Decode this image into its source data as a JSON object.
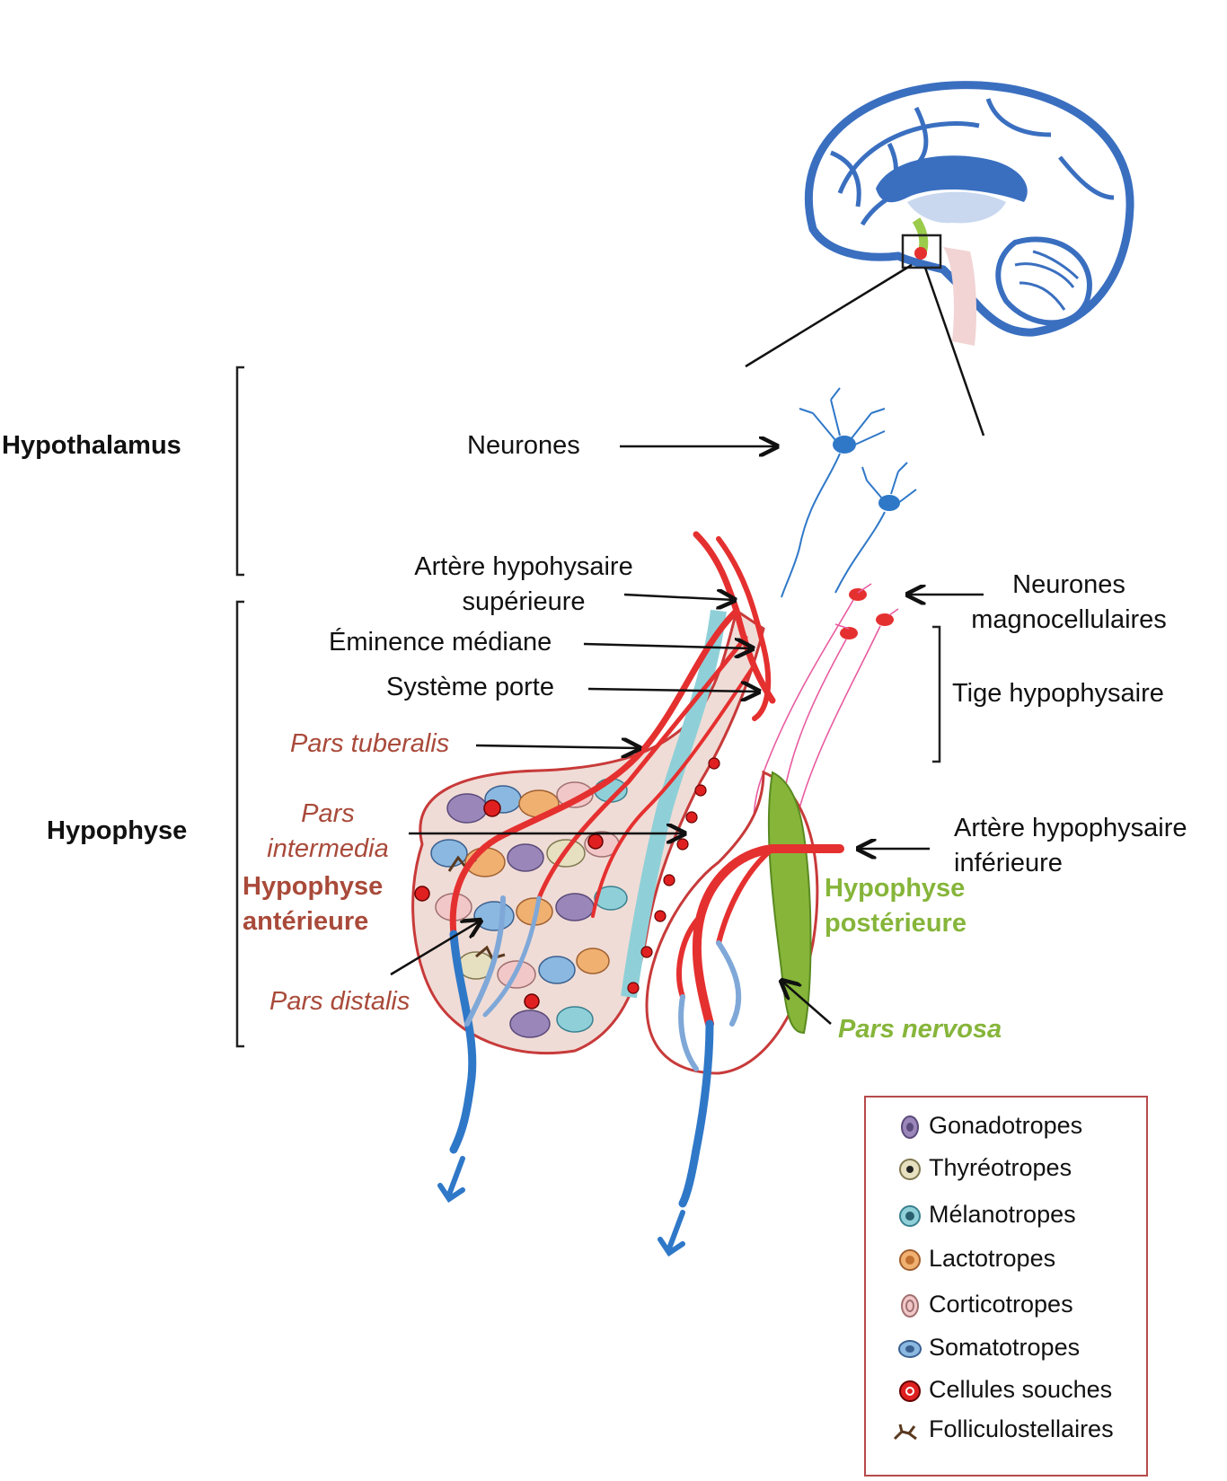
{
  "labels": {
    "hypothalamus": "Hypothalamus",
    "hypophyse": "Hypophyse",
    "neurones": "Neurones",
    "artere_sup_1": "Artère hypohysaire",
    "artere_sup_2": "supérieure",
    "eminence": "Éminence médiane",
    "systeme_porte": "Système porte",
    "pars_tuberalis": "Pars tuberalis",
    "pars_intermedia_1": "Pars",
    "pars_intermedia_2": "intermedia",
    "hyp_ant_1": "Hypophyse",
    "hyp_ant_2": "antérieure",
    "pars_distalis": "Pars distalis",
    "neurones_magno_1": "Neurones",
    "neurones_magno_2": "magnocellulaires",
    "tige": "Tige hypophysaire",
    "artere_inf_1": "Artère hypophysaire",
    "artere_inf_2": "inférieure",
    "hyp_post_1": "Hypophyse",
    "hyp_post_2": "postérieure",
    "pars_nervosa": "Pars nervosa"
  },
  "legend": {
    "items": [
      {
        "label": "Gonadotropes",
        "icon": "gonadotrope-cell-icon",
        "color": "#9a86b8"
      },
      {
        "label": "Thyréotropes",
        "icon": "thyreotrope-cell-icon",
        "color": "#e6e0c0"
      },
      {
        "label": "Mélanotropes",
        "icon": "melanotrope-cell-icon",
        "color": "#8fd0d8"
      },
      {
        "label": "Lactotropes",
        "icon": "lactotrope-cell-icon",
        "color": "#f0b070"
      },
      {
        "label": "Corticotropes",
        "icon": "corticotrope-cell-icon",
        "color": "#f2c7c7"
      },
      {
        "label": "Somatotropes",
        "icon": "somatotrope-cell-icon",
        "color": "#8ab8e0"
      },
      {
        "label": "Cellules souches",
        "icon": "stem-cell-icon",
        "color": "#e02020"
      },
      {
        "label": "Folliculostellaires",
        "icon": "folliculostellate-cell-icon",
        "color": "#5a3a20"
      }
    ]
  },
  "colors": {
    "vessel_red": "#e53030",
    "vessel_blue": "#2f78c8",
    "brain_blue": "#3a6fc0",
    "pars_nervosa_green": "#86b53a",
    "label_red": "#a94a3a"
  }
}
